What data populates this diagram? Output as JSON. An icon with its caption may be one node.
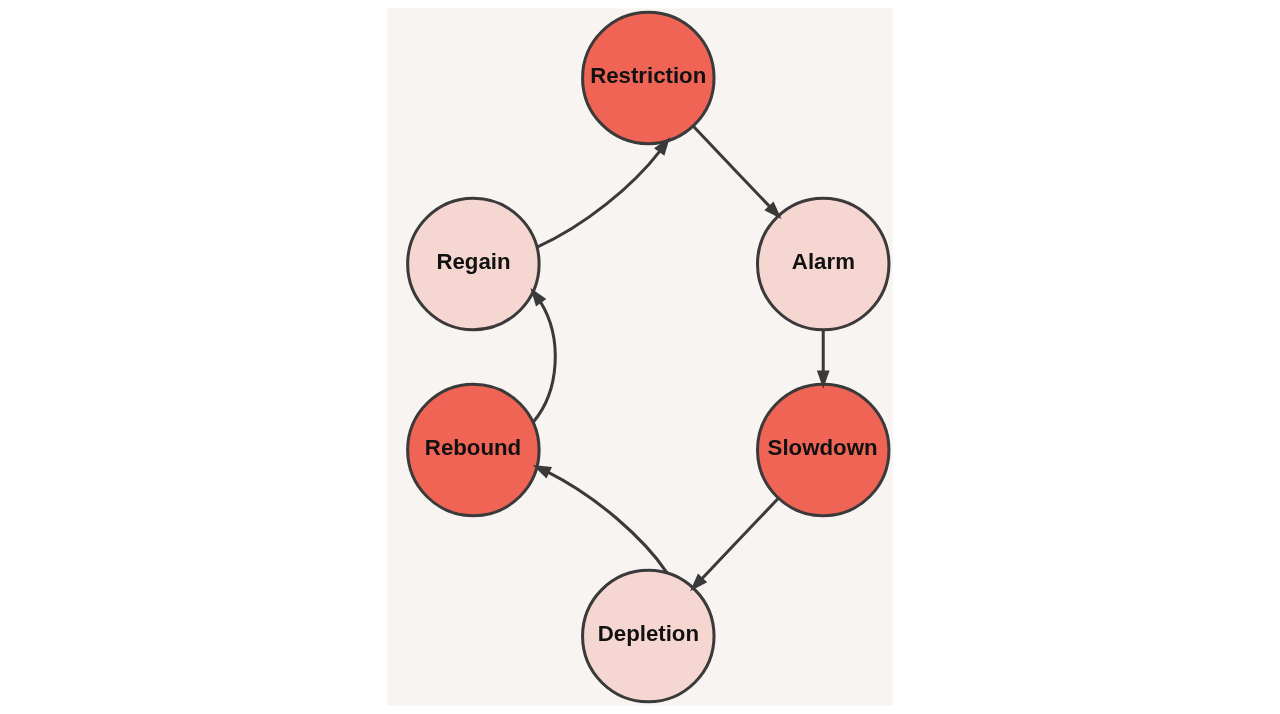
{
  "diagram": {
    "nodes": [
      {
        "text": [
          "Restriction"
        ]
      },
      {
        "text": [
          "Alarm"
        ]
      },
      {
        "text": [
          "Slowdown"
        ]
      },
      {
        "text": [
          "Depletion"
        ]
      },
      {
        "text": [
          "Rebound"
        ]
      },
      {
        "text": [
          "Regain"
        ]
      }
    ],
    "edges": [
      {
        "from": 0,
        "to": 1,
        "arrow": "to"
      },
      {
        "from": 1,
        "to": 2,
        "arrow": "to"
      },
      {
        "from": 2,
        "to": 3,
        "arrow": "to"
      },
      {
        "from": 3,
        "to": 4,
        "arrow": "to"
      },
      {
        "from": 4,
        "to": 5,
        "arrow": "to"
      },
      {
        "from": 5,
        "to": 0,
        "arrow": "to"
      }
    ]
  }
}
